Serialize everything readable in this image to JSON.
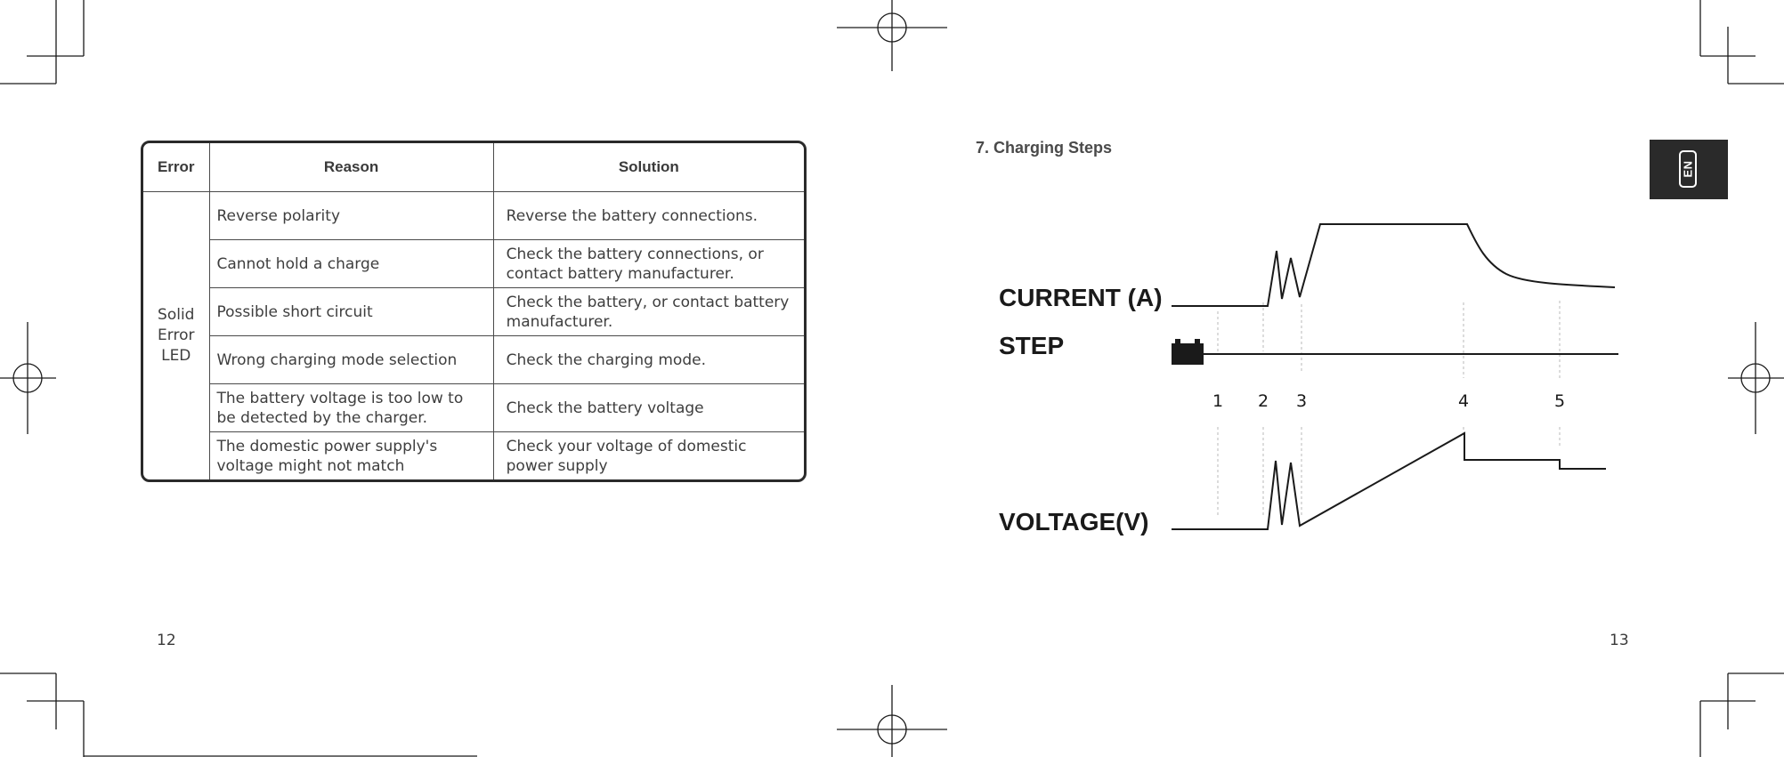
{
  "left_page": {
    "table": {
      "headers": [
        "Error",
        "Reason",
        "Solution"
      ],
      "error_label_lines": [
        "Solid",
        "Error",
        "LED"
      ],
      "rows": [
        {
          "reason": "Reverse polarity",
          "solution": "Reverse the battery connections."
        },
        {
          "reason": "Cannot hold a charge",
          "solution": "Check the battery connections, or contact battery manufacturer."
        },
        {
          "reason": "Possible short circuit",
          "solution": "Check the battery, or contact battery manufacturer."
        },
        {
          "reason": "Wrong charging mode selection",
          "solution": "Check the charging mode."
        },
        {
          "reason": "The battery voltage is too low to be detected by the charger.",
          "solution": "Check the battery voltage"
        },
        {
          "reason": "The domestic power supply's voltage might not match",
          "solution": "Check your voltage of domestic power supply"
        }
      ]
    },
    "page_number": "12"
  },
  "right_page": {
    "section_title": "7. Charging Steps",
    "language_tab": "EN",
    "chart_labels": {
      "current": "CURRENT (A)",
      "step": "STEP",
      "voltage": "VOLTAGE(V)",
      "step_numbers": [
        "1",
        "2",
        "3",
        "4",
        "5"
      ]
    },
    "page_number": "13"
  }
}
